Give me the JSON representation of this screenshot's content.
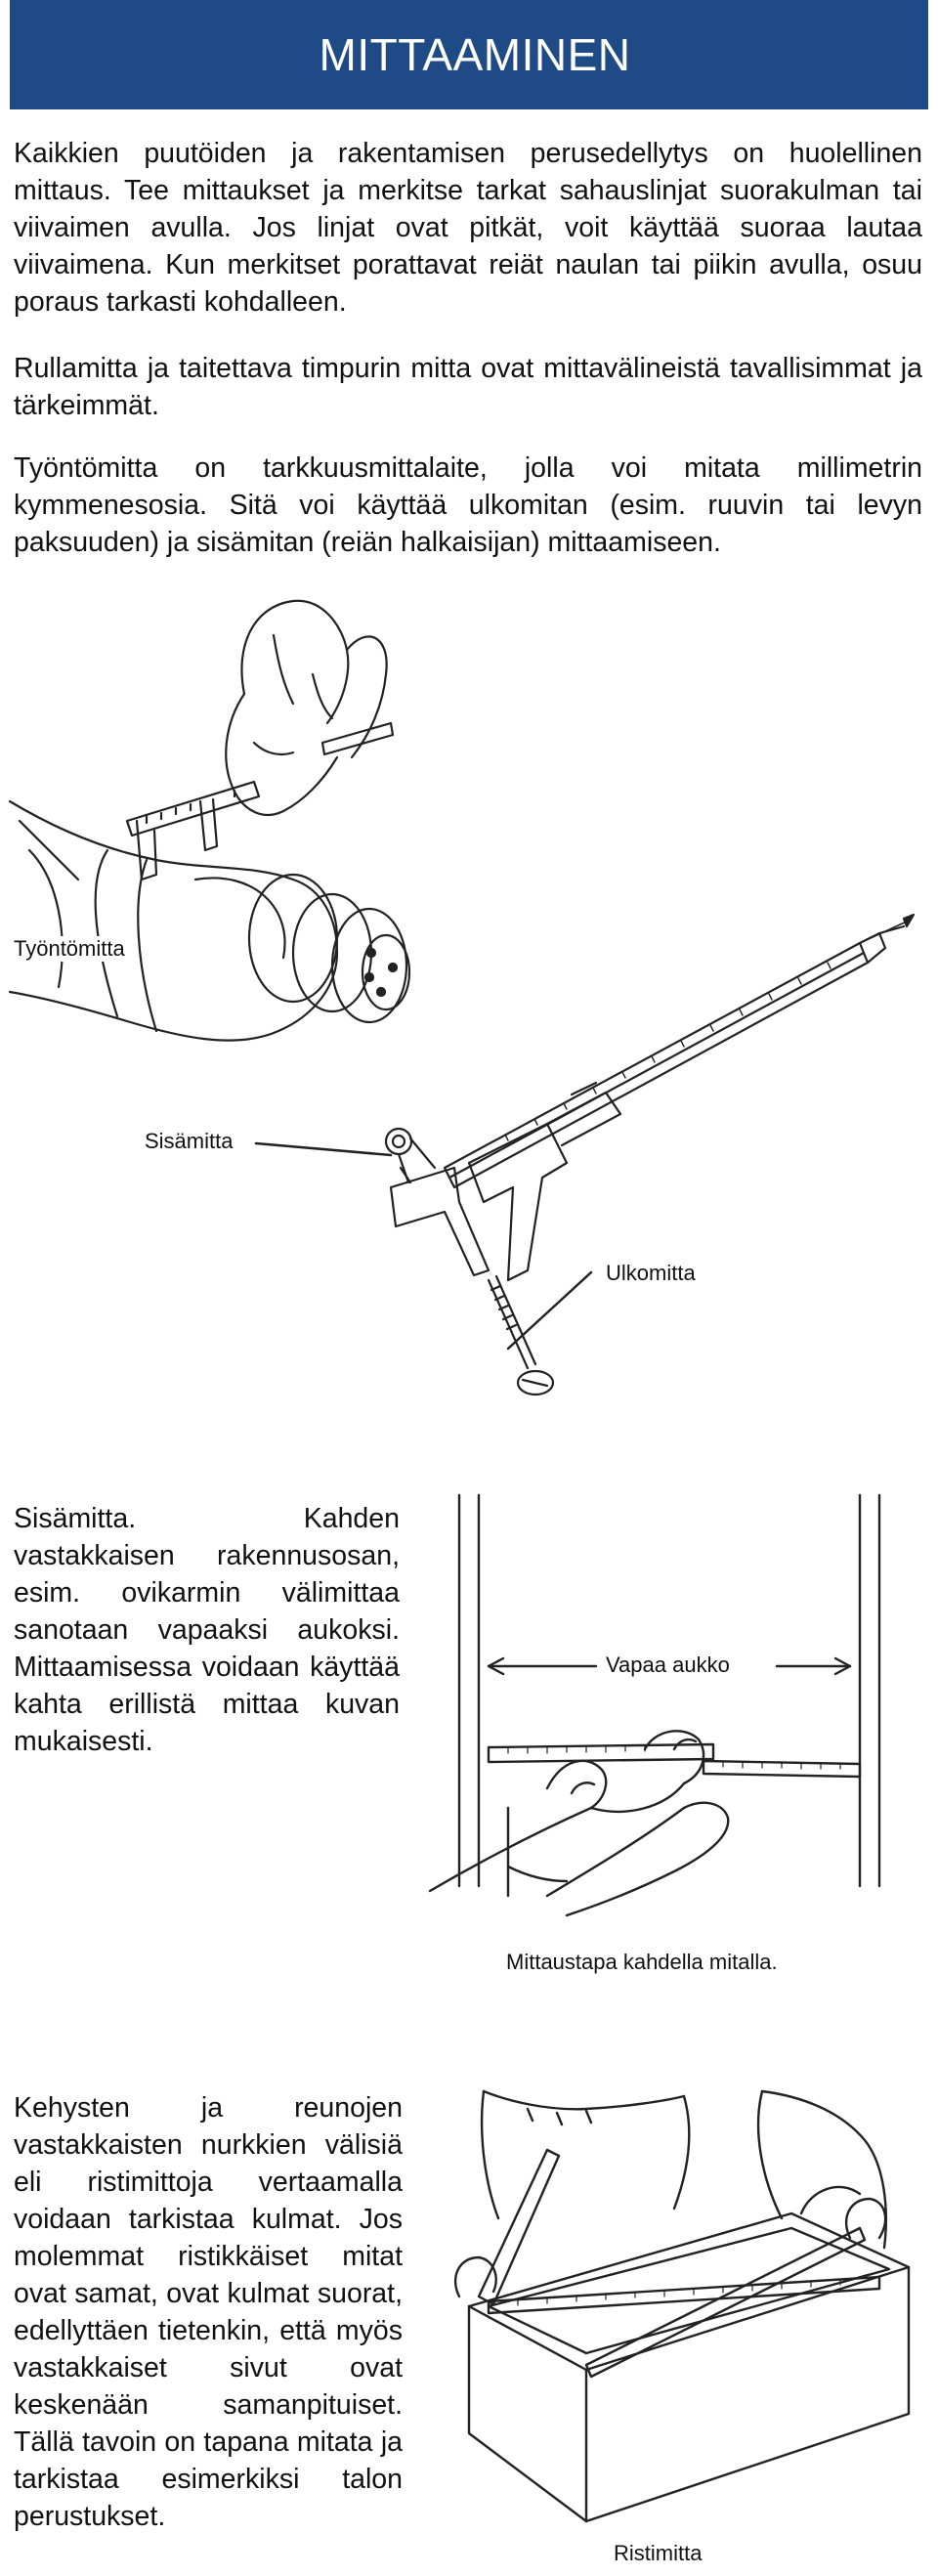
{
  "header": {
    "title": "MITTAAMINEN"
  },
  "paragraphs": [
    "Kaikkien puutöiden ja rakentamisen perusedellytys on huolellinen mittaus. Tee mittaukset ja merkitse tarkat sahauslinjat suorakulman tai viivaimen avulla. Jos linjat ovat pitkät, voit käyttää suoraa lautaa viivaimena. Kun merkitset porattavat reiät naulan tai piikin avulla, osuu poraus tarkasti kohdalleen.",
    "Rullamitta ja taitettava timpurin mitta ovat mittavälineistä tavallisimmat ja tärkeimmät.",
    "Työntömitta on tarkkuusmittalaite, jolla voi mitata millimetrin kymmenesosia. Sitä voi käyttää ulkomitan (esim. ruuvin tai levyn paksuuden) ja sisämitan (reiän halkaisijan) mittaamiseen."
  ],
  "figure1": {
    "labels": {
      "caliper": "Työntömitta",
      "inside": "Sisämitta",
      "outside": "Ulkomitta"
    }
  },
  "section2": {
    "text": "Sisämitta. Kahden vastakkaisen rakennusosan, esim. ovikarmin välimittaa sanotaan vapaaksi aukoksi. Mittaamisessa voidaan käyttää kahta erillistä mittaa kuvan mukaisesti.",
    "labels": {
      "opening": "Vapaa aukko",
      "caption": "Mittaustapa kahdella mitalla."
    }
  },
  "section3": {
    "text": "Kehysten ja reunojen vastakkaisten nurkkien välisiä eli ristimittoja vertaamalla voidaan tarkistaa kulmat. Jos molemmat ristikkäiset mitat ovat samat, ovat kulmat suorat, edellyttäen tietenkin, että myös vastakkaiset sivut ovat keskenään samanpituiset. Tällä tavoin on tapana mitata ja tarkistaa esimerkiksi talon perustukset.",
    "labels": {
      "caption": "Ristimitta"
    }
  }
}
